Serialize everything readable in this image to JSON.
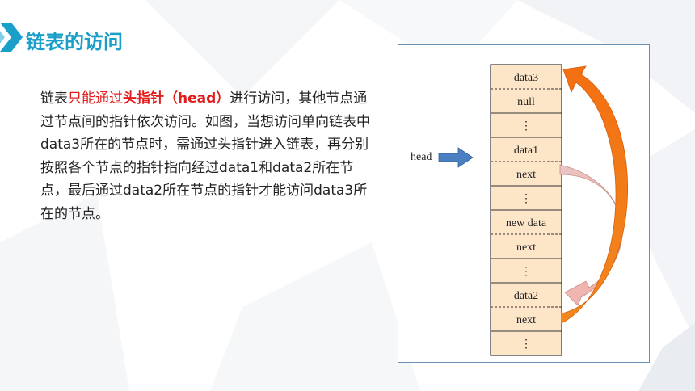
{
  "title": "链表的访问",
  "paragraph": {
    "seg1": "链表",
    "seg2": "只能通过",
    "seg3": "头指针（head）",
    "seg4": "进行访问，其他节点通过节点间的指针依次访问。如图，当想访问单向链表中data3所在的节点时，需通过头指针进入链表，再分别按照各个节点的指针指向经过data1和data2所在节点，最后通过data2所在节点的指针才能访问data3所在的节点。"
  },
  "figure": {
    "head_label": "head",
    "cells": [
      "data3",
      "null",
      "⋮",
      "data1",
      "next",
      "⋮",
      "new data",
      "next",
      "⋮",
      "data2",
      "next",
      "⋮"
    ]
  },
  "colors": {
    "accent": "#1aa0c8",
    "highlight": "#e21b1b",
    "cell_fill": "#fde6c8",
    "arrow_orange": "#f07a1e",
    "arrow_pink": "#f4b2ac",
    "arrow_blue": "#4a7fc1"
  }
}
